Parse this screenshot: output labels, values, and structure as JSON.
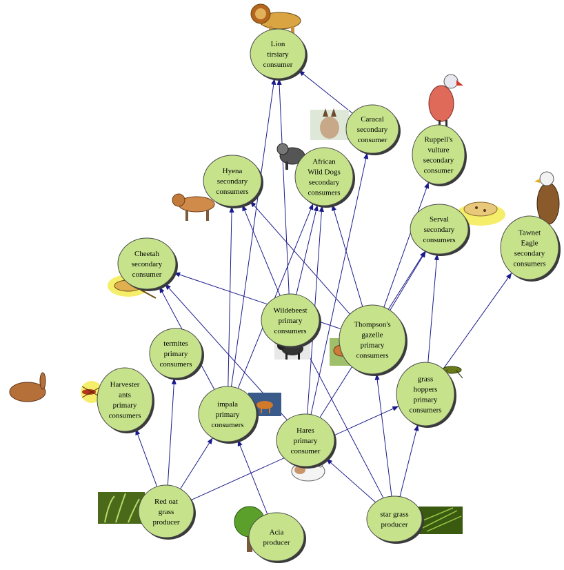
{
  "diagram": {
    "nodes": [
      {
        "id": "lion",
        "lines": [
          "Lion",
          "tirsiary",
          "consumer"
        ],
        "pic": "lion"
      },
      {
        "id": "caracal",
        "lines": [
          "Caracal",
          "secondary",
          "consumer"
        ],
        "pic": "caracal"
      },
      {
        "id": "vulture",
        "lines": [
          "Ruppell's",
          "vulture",
          "secondary",
          "consumer"
        ],
        "pic": "vulture"
      },
      {
        "id": "hyena",
        "lines": [
          "Hyena",
          "secondary",
          "consumers"
        ],
        "pic": "hyena"
      },
      {
        "id": "dogs",
        "lines": [
          "African",
          "Wild Dogs",
          "secondary",
          "consumers"
        ],
        "pic": "dog"
      },
      {
        "id": "serval",
        "lines": [
          "Serval",
          "secondary",
          "consumers"
        ],
        "pic": "serval"
      },
      {
        "id": "eagle",
        "lines": [
          "Tawnet",
          "Eagle",
          "secondary",
          "consumers"
        ],
        "pic": "eagle"
      },
      {
        "id": "cheetah",
        "lines": [
          "Cheetah",
          "secondary",
          "consumer"
        ],
        "pic": "cheetah"
      },
      {
        "id": "wildebeest",
        "lines": [
          "Wildebeest",
          "primary",
          "consumers"
        ],
        "pic": "wildebeest"
      },
      {
        "id": "gazelle",
        "lines": [
          "Thompson's",
          "gazelle",
          "primary",
          "consumers"
        ],
        "pic": "gazelle"
      },
      {
        "id": "termites",
        "lines": [
          "termites",
          "primary",
          "consumers"
        ],
        "pic": "termite"
      },
      {
        "id": "ants",
        "lines": [
          "Harvester",
          "ants",
          "primary",
          "consumers"
        ],
        "pic": "ant"
      },
      {
        "id": "impala",
        "lines": [
          "impala",
          "primary",
          "consumers"
        ],
        "pic": "impala"
      },
      {
        "id": "hoppers",
        "lines": [
          "grass",
          "hoppers",
          "primary",
          "consumers"
        ],
        "pic": "grasshopper"
      },
      {
        "id": "hares",
        "lines": [
          "Hares",
          "primary",
          "consumer"
        ],
        "pic": "rabbit"
      },
      {
        "id": "redoat",
        "lines": [
          "Red oat",
          "grass",
          "producer"
        ],
        "pic": "grass"
      },
      {
        "id": "acia",
        "lines": [
          "Acia",
          "producer"
        ],
        "pic": "tree"
      },
      {
        "id": "stargrass",
        "lines": [
          "star grass",
          "producer"
        ],
        "pic": "grass2"
      }
    ],
    "edges": [
      [
        "redoat",
        "ants"
      ],
      [
        "redoat",
        "termites"
      ],
      [
        "redoat",
        "impala"
      ],
      [
        "redoat",
        "hoppers"
      ],
      [
        "stargrass",
        "hares"
      ],
      [
        "stargrass",
        "hoppers"
      ],
      [
        "stargrass",
        "gazelle"
      ],
      [
        "stargrass",
        "wildebeest"
      ],
      [
        "acia",
        "impala"
      ],
      [
        "impala",
        "lion"
      ],
      [
        "impala",
        "hyena"
      ],
      [
        "impala",
        "dogs"
      ],
      [
        "impala",
        "cheetah"
      ],
      [
        "hares",
        "caracal"
      ],
      [
        "hares",
        "dogs"
      ],
      [
        "hares",
        "cheetah"
      ],
      [
        "hares",
        "serval"
      ],
      [
        "gazelle",
        "hyena"
      ],
      [
        "gazelle",
        "dogs"
      ],
      [
        "gazelle",
        "cheetah"
      ],
      [
        "gazelle",
        "serval"
      ],
      [
        "gazelle",
        "vulture"
      ],
      [
        "wildebeest",
        "lion"
      ],
      [
        "wildebeest",
        "hyena"
      ],
      [
        "wildebeest",
        "dogs"
      ],
      [
        "hoppers",
        "serval"
      ],
      [
        "hoppers",
        "eagle"
      ],
      [
        "caracal",
        "lion"
      ]
    ]
  }
}
